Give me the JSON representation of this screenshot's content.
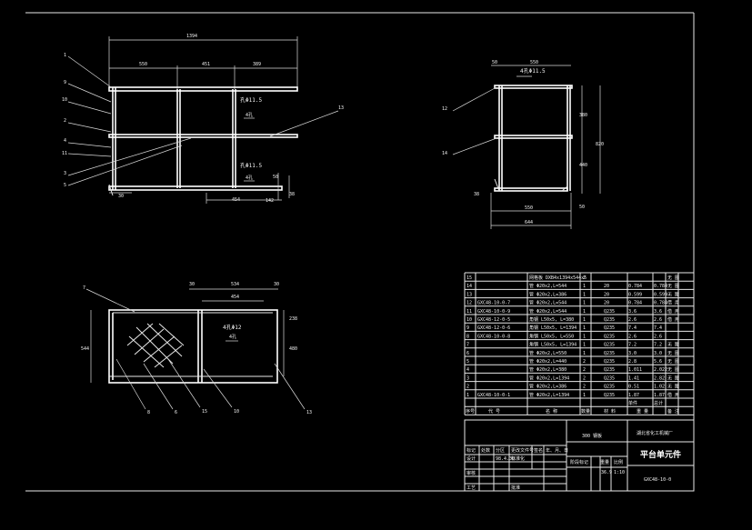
{
  "colors": {
    "background": "#000000",
    "lines": "#e8e8e8",
    "accent": "#6fe0f0"
  },
  "front_view": {
    "overall_width": "1394",
    "segments": [
      "550",
      "451",
      "389"
    ],
    "hole_top": "孔Φ11.5",
    "hole_top_sub": "4孔",
    "hole_bottom": "孔Φ11.5",
    "hole_bottom_sub": "4孔",
    "dim_left_bottom": "30",
    "dim_bottom_mid": "454",
    "dim_bottom_right": "142",
    "dim_right_small": "50",
    "dim_right_small2": "38",
    "callouts_left": [
      "1",
      "9",
      "10",
      "2",
      "4",
      "11",
      "3",
      "5"
    ],
    "callout_right": "13"
  },
  "side_view": {
    "dim_top_small": "50",
    "dim_top": "550",
    "hole_top": "4孔Φ11.5",
    "dim_right_upper": "380",
    "dim_right_lower": "440",
    "dim_right_total": "820",
    "dim_right_bottom": "50",
    "dim_left_bottom": "38",
    "dim_bottom_inner": "550",
    "dim_bottom_outer": "644",
    "callout_upper": "12",
    "callout_lower": "14"
  },
  "plan_view": {
    "dim_top_left": "30",
    "dim_top": "534",
    "dim_top_right": "30",
    "dim_inner": "454",
    "hole": "4孔Φ12",
    "hole_sub": "4孔",
    "dim_right_small": "238",
    "dim_right": "480",
    "dim_left": "544",
    "callout_top": "7",
    "callouts_bottom": [
      "8",
      "6",
      "15",
      "10",
      "13"
    ]
  },
  "parts_table": {
    "rows": [
      {
        "no": "15",
        "code": "",
        "name": "网格板 DXB4x1394x544x5",
        "qty": "2",
        "mat": "",
        "unit": "",
        "total": "",
        "note": "无 图"
      },
      {
        "no": "14",
        "code": "",
        "name": "管 Φ20x2,L=544",
        "qty": "1",
        "mat": "20",
        "unit": "0.784",
        "total": "0.784",
        "note": "无 图"
      },
      {
        "no": "13",
        "code": "",
        "name": "管 Φ20x2,L=386",
        "qty": "1",
        "mat": "20",
        "unit": "0.599",
        "total": "0.599",
        "note": "无 图"
      },
      {
        "no": "12",
        "code": "GXC48-10-0-7",
        "name": "管 Φ20x2,L=544",
        "qty": "1",
        "mat": "20",
        "unit": "0.784",
        "total": "0.784",
        "note": "借 用"
      },
      {
        "no": "11",
        "code": "GXC48-10-0-9",
        "name": "管 Φ20x2,L=544",
        "qty": "1",
        "mat": "Q235",
        "unit": "3.6",
        "total": "3.6",
        "note": "借 用"
      },
      {
        "no": "10",
        "code": "GXC48-12-0-5",
        "name": "角钢 L50x5, L=380",
        "qty": "1",
        "mat": "Q235",
        "unit": "2.6",
        "total": "2.6",
        "note": "借 用"
      },
      {
        "no": "9",
        "code": "GXC48-12-0-6",
        "name": "角钢 L50x5, L=1394",
        "qty": "1",
        "mat": "Q235",
        "unit": "7.4",
        "total": "7.4",
        "note": ""
      },
      {
        "no": "8",
        "code": "GXC48-10-0-8",
        "name": "角钢 L50x5, L=550",
        "qty": "1",
        "mat": "Q235",
        "unit": "2.6",
        "total": "2.6",
        "note": ""
      },
      {
        "no": "7",
        "code": "",
        "name": "角钢 L50x5, L=1394",
        "qty": "1",
        "mat": "Q235",
        "unit": "7.2",
        "total": "7.2",
        "note": "无 图"
      },
      {
        "no": "6",
        "code": "",
        "name": "管 Φ20x2,L=550",
        "qty": "1",
        "mat": "Q235",
        "unit": "3.0",
        "total": "3.0",
        "note": "无 图"
      },
      {
        "no": "5",
        "code": "",
        "name": "管 Φ20x2,L=440",
        "qty": "2",
        "mat": "Q235",
        "unit": "2.8",
        "total": "5.6",
        "note": "无 图"
      },
      {
        "no": "4",
        "code": "",
        "name": "管 Φ20x2,L=380",
        "qty": "2",
        "mat": "Q235",
        "unit": "1.011",
        "total": "2.022",
        "note": "无 图"
      },
      {
        "no": "3",
        "code": "",
        "name": "管 Φ20x2,L=1394",
        "qty": "2",
        "mat": "Q235",
        "unit": "1.41",
        "total": "2.82",
        "note": "无 图"
      },
      {
        "no": "2",
        "code": "",
        "name": "管 Φ20x2,L=386",
        "qty": "2",
        "mat": "Q235",
        "unit": "0.51",
        "total": "1.02",
        "note": "无 图"
      },
      {
        "no": "1",
        "code": "GXC48-10-0-1",
        "name": "管 Φ20x2,L=1394",
        "qty": "1",
        "mat": "Q235",
        "unit": "1.87",
        "total": "1.87",
        "note": "借 用"
      }
    ],
    "header": {
      "no": "序号",
      "code": "代 号",
      "name": "名 称",
      "qty": "数量",
      "mat": "材 料",
      "unit": "单件",
      "total": "总计",
      "note": "备 注",
      "weight": "重 量"
    }
  },
  "title_block": {
    "scale_label": "300 钢板",
    "company": "湖北省化工机械厂",
    "drawing_title": "平台单元件",
    "drawing_no": "GXC48-10-0",
    "stage_label": "阶段标记",
    "weight_label": "重量",
    "scale_title": "比例",
    "weight_value": "36.9",
    "scale_value": "1:10",
    "row_labels": [
      "标记",
      "处数",
      "分区",
      "更改文件号",
      "签名",
      "年、月、日"
    ],
    "design": "设计",
    "standard": "标准化",
    "audit": "审核",
    "craft": "工艺",
    "approve": "批准",
    "date_value": "98.4.30"
  }
}
